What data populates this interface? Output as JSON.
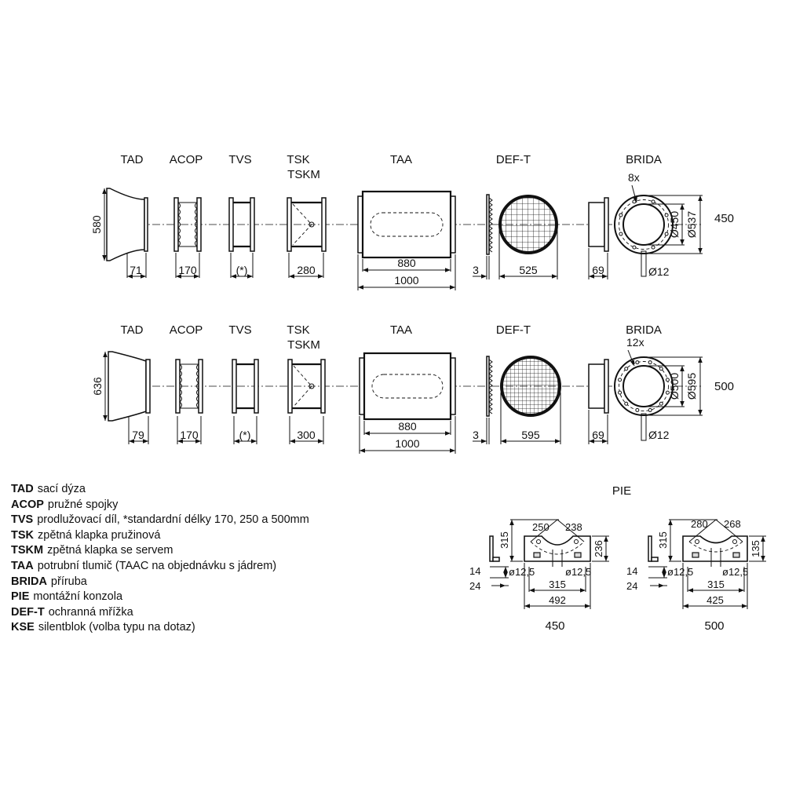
{
  "rows": [
    {
      "labels": {
        "tad": "TAD",
        "acop": "ACOP",
        "tvs": "TVS",
        "tsk": "TSK",
        "tskm": "TSKM",
        "taa": "TAA",
        "deft": "DEF-T",
        "brida": "BRIDA"
      },
      "brida_holes": "8x",
      "height_dim": "580",
      "dims": {
        "tad": "71",
        "acop": "170",
        "tvs": "(*)",
        "tsk": "280",
        "taa_inner": "880",
        "taa_outer": "1000",
        "deft_thk": "3",
        "deft_dia": "525",
        "flange_w": "69",
        "bolt": "Ø12"
      },
      "diam_inner": "Ø450",
      "diam_outer": "Ø537",
      "size": "450"
    },
    {
      "labels": {
        "tad": "TAD",
        "acop": "ACOP",
        "tvs": "TVS",
        "tsk": "TSK",
        "tskm": "TSKM",
        "taa": "TAA",
        "deft": "DEF-T",
        "brida": "BRIDA"
      },
      "brida_holes": "12x",
      "height_dim": "636",
      "dims": {
        "tad": "79",
        "acop": "170",
        "tvs": "(*)",
        "tsk": "300",
        "taa_inner": "880",
        "taa_outer": "1000",
        "deft_thk": "3",
        "deft_dia": "595",
        "flange_w": "69",
        "bolt": "Ø12"
      },
      "diam_inner": "Ø500",
      "diam_outer": "Ø595",
      "size": "500"
    }
  ],
  "legend": [
    {
      "code": "TAD",
      "text": "sací dýza"
    },
    {
      "code": "ACOP",
      "text": "pružné spojky"
    },
    {
      "code": "TVS",
      "text": "prodlužovací díl, *standardní délky 170, 250 a 500mm"
    },
    {
      "code": "TSK",
      "text": "zpětná klapka pružinová"
    },
    {
      "code": "TSKM",
      "text": "zpětná klapka se servem"
    },
    {
      "code": "TAA",
      "text": "potrubní tlumič (TAAC na objednávku s jádrem)"
    },
    {
      "code": "BRIDA",
      "text": "příruba"
    },
    {
      "code": "PIE",
      "text": "montážní konzola"
    },
    {
      "code": "DEF-T",
      "text": "ochranná mřížka"
    },
    {
      "code": "KSE",
      "text": "silentblok (volba typu na dotaz)"
    }
  ],
  "pie": {
    "title": "PIE",
    "variants": [
      {
        "size": "450",
        "height": "315",
        "r1": "250",
        "r2": "238",
        "side": "236",
        "hole_l": "ø12,5",
        "hole_r": "ø12,5",
        "spacing": "315",
        "width": "492",
        "d14": "14",
        "d24": "24"
      },
      {
        "size": "500",
        "height": "315",
        "r1": "280",
        "r2": "268",
        "side": "135",
        "hole_l": "ø12,5",
        "hole_r": "ø12,5",
        "spacing": "315",
        "width": "425",
        "d14": "14",
        "d24": "24"
      }
    ]
  }
}
